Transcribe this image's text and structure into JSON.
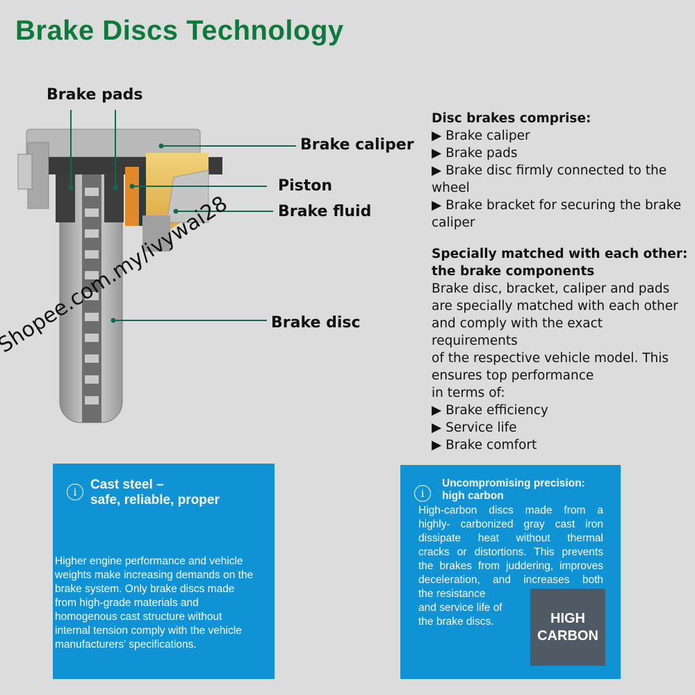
{
  "title": "Brake Discs Technology",
  "diagram": {
    "labels": {
      "brake_pads": "Brake pads",
      "brake_caliper": "Brake caliper",
      "piston": "Piston",
      "brake_fluid": "Brake fluid",
      "brake_disc": "Brake disc"
    },
    "leader_color": "#0d6b52",
    "watermark": "Shopee.com.my/ivywai28"
  },
  "right_panel": {
    "section1": {
      "heading": "Disc brakes comprise:",
      "lines": [
        "▶ Brake caliper",
        "▶ Brake pads",
        "▶ Brake disc firmly connected to the",
        "wheel",
        "▶ Brake bracket for securing the brake",
        "caliper"
      ]
    },
    "section2": {
      "heading_lines": [
        "Specially matched with each other:",
        "the brake components"
      ],
      "lines": [
        "Brake disc, bracket, caliper and pads",
        "are specially matched with each other",
        "and comply with the exact requirements",
        "of the respective vehicle model. This",
        "ensures top performance",
        "in terms of:",
        "▶ Brake efficiency",
        "▶ Service life",
        "▶ Brake comfort"
      ]
    }
  },
  "box_cast_steel": {
    "icon": "info-icon",
    "title_lines": [
      "Cast steel –",
      "safe, reliable, proper"
    ],
    "body_lines": [
      "Higher engine performance and vehicle",
      "weights make increasing demands on the",
      "brake system. Only brake discs made",
      "from high-grade materials and",
      "homogenous cast structure without",
      "internal tension comply with the vehicle",
      "manufacturers' specifications."
    ],
    "color": "#0f93d5"
  },
  "box_high_carbon": {
    "icon": "info-icon",
    "title_lines": [
      "Uncompromising precision:",
      "high carbon"
    ],
    "body_justified": [
      "High-carbon discs made from a",
      "highly- carbonized gray cast iron",
      "dissipate heat without thermal",
      "cracks or distortions. This prevents",
      "the brakes from juddering, improves",
      "deceleration, and increases both"
    ],
    "body_left": [
      "the resistance",
      "and service life of",
      "the brake discs."
    ],
    "badge_lines": [
      "HIGH",
      "CARBON"
    ],
    "badge_color": "#4f5a64"
  }
}
